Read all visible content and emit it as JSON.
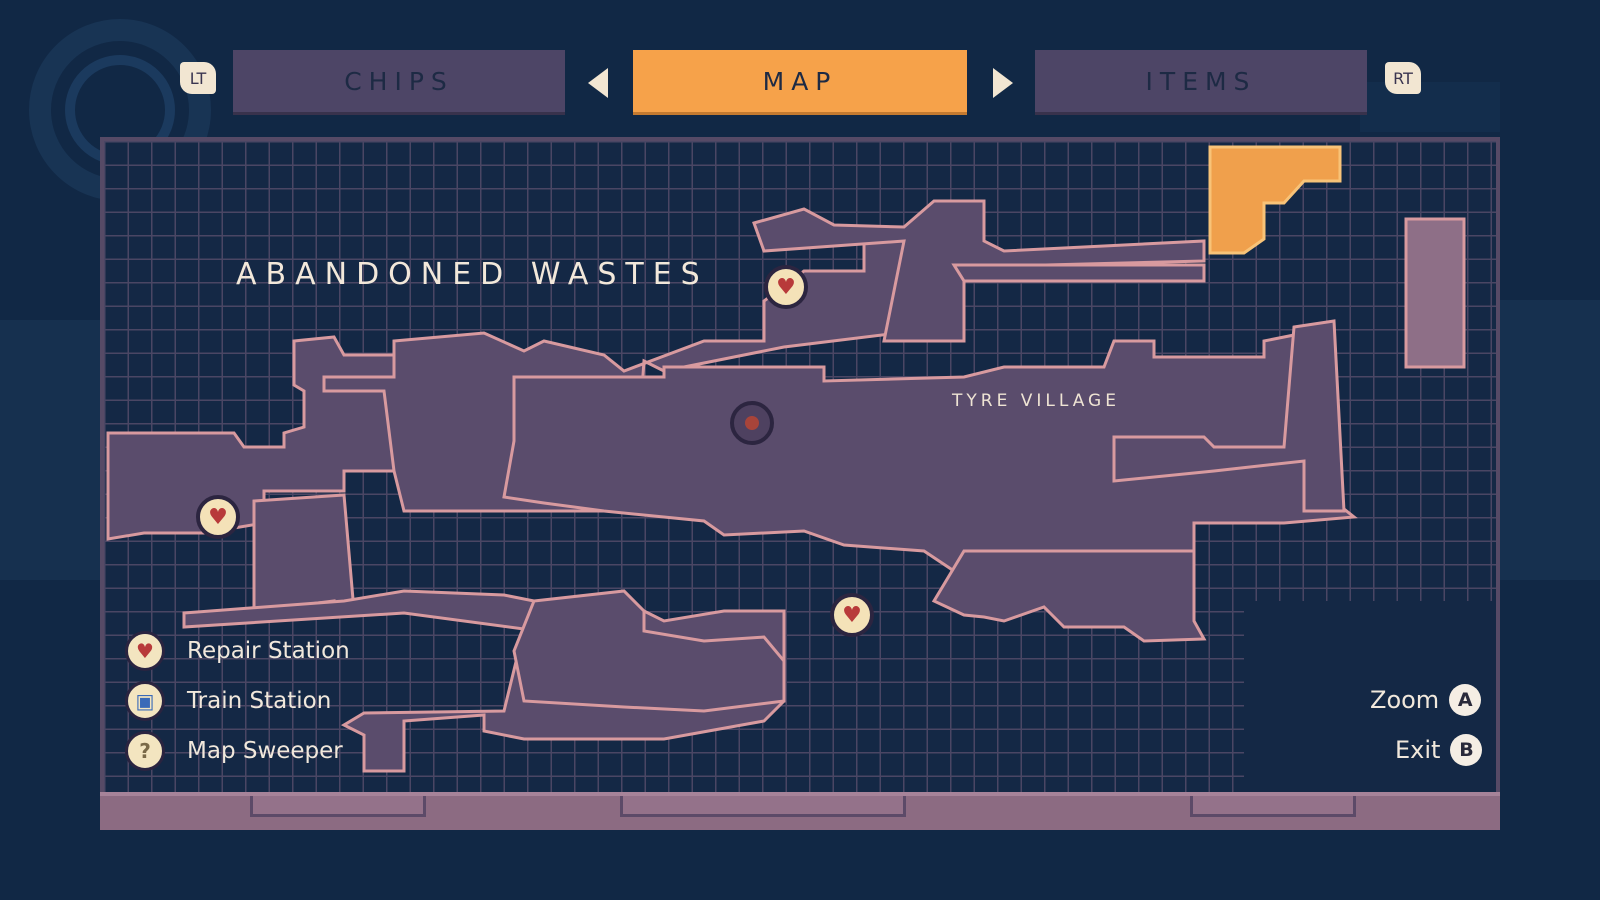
{
  "tabs": {
    "left_trigger": "LT",
    "right_trigger": "RT",
    "chips": "CHIPS",
    "map": "MAP",
    "items": "ITEMS",
    "active": "map"
  },
  "map": {
    "region_title": "ABANDONED WASTES",
    "area_label": "TYRE VILLAGE"
  },
  "legend": [
    {
      "label": "Repair Station",
      "icon": "heart-icon"
    },
    {
      "label": "Train Station",
      "icon": "train-icon"
    },
    {
      "label": "Map Sweeper",
      "icon": "question-icon"
    }
  ],
  "controls": {
    "zoom_label": "Zoom",
    "zoom_button": "A",
    "exit_label": "Exit",
    "exit_button": "B"
  },
  "colors": {
    "background": "#112845",
    "tab_active": "#f6a24a",
    "tab_inactive": "#4d4566",
    "map_room": "#5a4c6c",
    "map_outline": "#d89a9f",
    "unexplored_highlight": "#f0a04c"
  }
}
